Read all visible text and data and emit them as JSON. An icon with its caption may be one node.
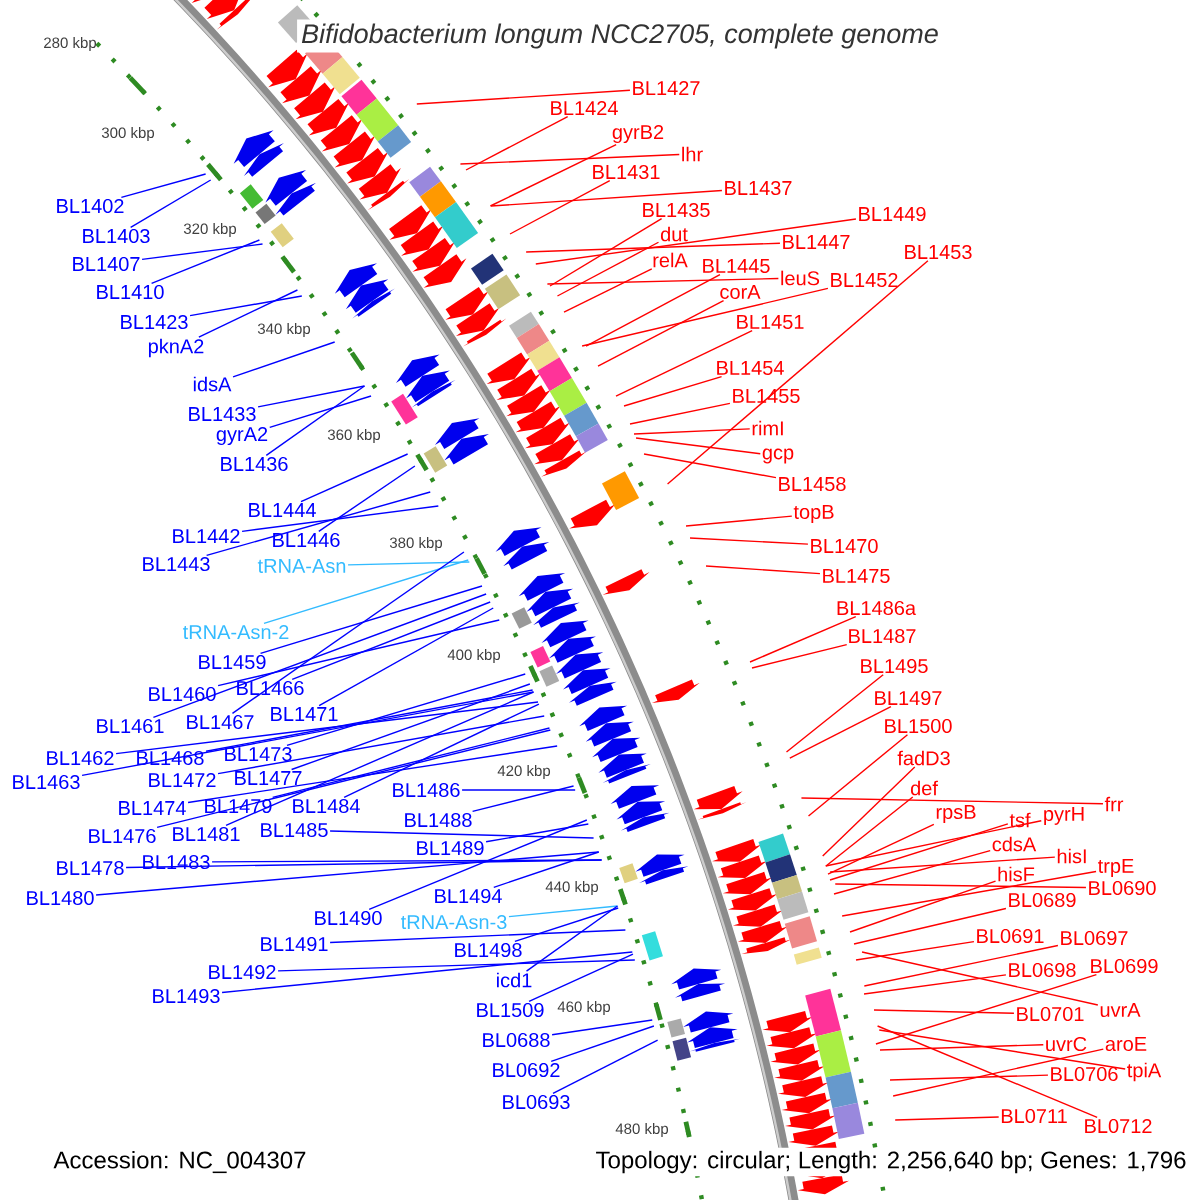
{
  "diagram": {
    "title": "*Bifidobacterium longum* NCC2705, complete genome",
    "nodes": [
      {
        "text": [
          "BL1402"
        ]
      },
      {
        "text": [
          "BL1403"
        ]
      },
      {
        "text": [
          "BL1407"
        ]
      },
      {
        "text": [
          "BL1410"
        ]
      },
      {
        "text": [
          "BL1423"
        ]
      },
      {
        "text": [
          "pknA2"
        ]
      },
      {
        "text": [
          "idsA"
        ]
      },
      {
        "text": [
          "BL1433"
        ]
      },
      {
        "text": [
          "gyrA2"
        ]
      },
      {
        "text": [
          "BL1436"
        ]
      },
      {
        "text": [
          "BL1444"
        ]
      },
      {
        "text": [
          "BL1442"
        ]
      },
      {
        "text": [
          "BL1446"
        ]
      },
      {
        "text": [
          "BL1443"
        ]
      },
      {
        "text": [
          "tRNA-Asn"
        ]
      },
      {
        "text": [
          "tRNA-Asn-2"
        ]
      },
      {
        "text": [
          "BL1459"
        ]
      },
      {
        "text": [
          "BL1460"
        ]
      },
      {
        "text": [
          "BL1466"
        ]
      },
      {
        "text": [
          "BL1461"
        ]
      },
      {
        "text": [
          "BL1467"
        ]
      },
      {
        "text": [
          "BL1471"
        ]
      },
      {
        "text": [
          "BL1462"
        ]
      },
      {
        "text": [
          "BL1468"
        ]
      },
      {
        "text": [
          "BL1473"
        ]
      },
      {
        "text": [
          "BL1463"
        ]
      },
      {
        "text": [
          "BL1472"
        ]
      },
      {
        "text": [
          "BL1477"
        ]
      },
      {
        "text": [
          "BL1474"
        ]
      },
      {
        "text": [
          "BL1479"
        ]
      },
      {
        "text": [
          "BL1484"
        ]
      },
      {
        "text": [
          "BL1476"
        ]
      },
      {
        "text": [
          "BL1481"
        ]
      },
      {
        "text": [
          "BL1485"
        ]
      },
      {
        "text": [
          "BL1478"
        ]
      },
      {
        "text": [
          "BL1483"
        ]
      },
      {
        "text": [
          "BL1480"
        ]
      },
      {
        "text": [
          "BL1486"
        ]
      },
      {
        "text": [
          "BL1488"
        ]
      },
      {
        "text": [
          "BL1489"
        ]
      },
      {
        "text": [
          "BL1494"
        ]
      },
      {
        "text": [
          "BL1490"
        ]
      },
      {
        "text": [
          "tRNA-Asn-3"
        ]
      },
      {
        "text": [
          "BL1491"
        ]
      },
      {
        "text": [
          "BL1498"
        ]
      },
      {
        "text": [
          "BL1492"
        ]
      },
      {
        "text": [
          "icd1"
        ]
      },
      {
        "text": [
          "BL1493"
        ]
      },
      {
        "text": [
          "BL1509"
        ]
      },
      {
        "text": [
          "BL0688"
        ]
      },
      {
        "text": [
          "BL0692"
        ]
      },
      {
        "text": [
          "BL0693"
        ]
      },
      {
        "text": [
          "BL1427"
        ]
      },
      {
        "text": [
          "BL1424"
        ]
      },
      {
        "text": [
          "gyrB2"
        ]
      },
      {
        "text": [
          "lhr"
        ]
      },
      {
        "text": [
          "BL1431"
        ]
      },
      {
        "text": [
          "BL1437"
        ]
      },
      {
        "text": [
          "BL1435"
        ]
      },
      {
        "text": [
          "dut"
        ]
      },
      {
        "text": [
          "BL1449"
        ]
      },
      {
        "text": [
          "BL1447"
        ]
      },
      {
        "text": [
          "relA"
        ]
      },
      {
        "text": [
          "BL1453"
        ]
      },
      {
        "text": [
          "BL1445"
        ]
      },
      {
        "text": [
          "corA"
        ]
      },
      {
        "text": [
          "leuS"
        ]
      },
      {
        "text": [
          "BL1452"
        ]
      },
      {
        "text": [
          "BL1451"
        ]
      },
      {
        "text": [
          "BL1454"
        ]
      },
      {
        "text": [
          "BL1455"
        ]
      },
      {
        "text": [
          "rimI"
        ]
      },
      {
        "text": [
          "gcp"
        ]
      },
      {
        "text": [
          "BL1458"
        ]
      },
      {
        "text": [
          "topB"
        ]
      },
      {
        "text": [
          "BL1470"
        ]
      },
      {
        "text": [
          "BL1475"
        ]
      },
      {
        "text": [
          "BL1486a"
        ]
      },
      {
        "text": [
          "BL1487"
        ]
      },
      {
        "text": [
          "BL1495"
        ]
      },
      {
        "text": [
          "BL1497"
        ]
      },
      {
        "text": [
          "BL1500"
        ]
      },
      {
        "text": [
          "fadD3"
        ]
      },
      {
        "text": [
          "def"
        ]
      },
      {
        "text": [
          "rpsB"
        ]
      },
      {
        "text": [
          "tsf"
        ]
      },
      {
        "text": [
          "pyrH"
        ]
      },
      {
        "text": [
          "frr"
        ]
      },
      {
        "text": [
          "cdsA"
        ]
      },
      {
        "text": [
          "hisI"
        ]
      },
      {
        "text": [
          "trpE"
        ]
      },
      {
        "text": [
          "hisF"
        ]
      },
      {
        "text": [
          "BL0690"
        ]
      },
      {
        "text": [
          "BL0689"
        ]
      },
      {
        "text": [
          "BL0691"
        ]
      },
      {
        "text": [
          "BL0697"
        ]
      },
      {
        "text": [
          "BL0698"
        ]
      },
      {
        "text": [
          "BL0699"
        ]
      },
      {
        "text": [
          "BL0701"
        ]
      },
      {
        "text": [
          "uvrA"
        ]
      },
      {
        "text": [
          "uvrC"
        ]
      },
      {
        "text": [
          "aroE"
        ]
      },
      {
        "text": [
          "BL0706"
        ]
      },
      {
        "text": [
          "tpiA"
        ]
      },
      {
        "text": [
          "BL0711"
        ]
      },
      {
        "text": [
          "BL0712"
        ]
      }
    ],
    "edges": [
      {
        "from": 0,
        "to": null,
        "arrow": "none",
        "color": "#0000ff"
      },
      {
        "from": 1,
        "to": null,
        "arrow": "none",
        "color": "#0000ff"
      },
      {
        "from": 2,
        "to": null,
        "arrow": "none",
        "color": "#0000ff"
      },
      {
        "from": 3,
        "to": null,
        "arrow": "none",
        "color": "#0000ff"
      },
      {
        "from": 4,
        "to": null,
        "arrow": "none",
        "color": "#0000ff"
      },
      {
        "from": 5,
        "to": null,
        "arrow": "none",
        "color": "#0000ff"
      },
      {
        "from": 6,
        "to": null,
        "arrow": "none",
        "color": "#0000ff"
      },
      {
        "from": 7,
        "to": null,
        "arrow": "none",
        "color": "#0000ff"
      },
      {
        "from": 8,
        "to": null,
        "arrow": "none",
        "color": "#0000ff"
      },
      {
        "from": 9,
        "to": null,
        "arrow": "none",
        "color": "#0000ff"
      },
      {
        "from": 10,
        "to": null,
        "arrow": "none",
        "color": "#0000ff"
      },
      {
        "from": 11,
        "to": null,
        "arrow": "none",
        "color": "#0000ff"
      },
      {
        "from": 12,
        "to": null,
        "arrow": "none",
        "color": "#0000ff"
      },
      {
        "from": 13,
        "to": null,
        "arrow": "none",
        "color": "#0000ff"
      },
      {
        "from": 14,
        "to": null,
        "arrow": "none",
        "color": "#33bbff"
      },
      {
        "from": 15,
        "to": null,
        "arrow": "none",
        "color": "#33bbff"
      },
      {
        "from": 16,
        "to": null,
        "arrow": "none",
        "color": "#0000ff"
      },
      {
        "from": 17,
        "to": null,
        "arrow": "none",
        "color": "#0000ff"
      },
      {
        "from": 18,
        "to": null,
        "arrow": "none",
        "color": "#0000ff"
      },
      {
        "from": 19,
        "to": null,
        "arrow": "none",
        "color": "#0000ff"
      },
      {
        "from": 20,
        "to": null,
        "arrow": "none",
        "color": "#0000ff"
      },
      {
        "from": 21,
        "to": null,
        "arrow": "none",
        "color": "#0000ff"
      },
      {
        "from": 22,
        "to": null,
        "arrow": "none",
        "color": "#0000ff"
      },
      {
        "from": 23,
        "to": null,
        "arrow": "none",
        "color": "#0000ff"
      },
      {
        "from": 24,
        "to": null,
        "arrow": "none",
        "color": "#0000ff"
      },
      {
        "from": 25,
        "to": null,
        "arrow": "none",
        "color": "#0000ff"
      },
      {
        "from": 26,
        "to": null,
        "arrow": "none",
        "color": "#0000ff"
      },
      {
        "from": 27,
        "to": null,
        "arrow": "none",
        "color": "#0000ff"
      },
      {
        "from": 28,
        "to": null,
        "arrow": "none",
        "color": "#0000ff"
      },
      {
        "from": 29,
        "to": null,
        "arrow": "none",
        "color": "#0000ff"
      },
      {
        "from": 30,
        "to": null,
        "arrow": "none",
        "color": "#0000ff"
      },
      {
        "from": 31,
        "to": null,
        "arrow": "none",
        "color": "#0000ff"
      },
      {
        "from": 32,
        "to": null,
        "arrow": "none",
        "color": "#0000ff"
      },
      {
        "from": 33,
        "to": null,
        "arrow": "none",
        "color": "#0000ff"
      },
      {
        "from": 34,
        "to": null,
        "arrow": "none",
        "color": "#0000ff"
      },
      {
        "from": 35,
        "to": null,
        "arrow": "none",
        "color": "#0000ff"
      },
      {
        "from": 36,
        "to": null,
        "arrow": "none",
        "color": "#0000ff"
      },
      {
        "from": 37,
        "to": null,
        "arrow": "none",
        "color": "#0000ff"
      },
      {
        "from": 38,
        "to": null,
        "arrow": "none",
        "color": "#0000ff"
      },
      {
        "from": 39,
        "to": null,
        "arrow": "none",
        "color": "#0000ff"
      },
      {
        "from": 40,
        "to": null,
        "arrow": "none",
        "color": "#0000ff"
      },
      {
        "from": 41,
        "to": null,
        "arrow": "none",
        "color": "#0000ff"
      },
      {
        "from": 42,
        "to": null,
        "arrow": "none",
        "color": "#33bbff"
      },
      {
        "from": 43,
        "to": null,
        "arrow": "none",
        "color": "#0000ff"
      },
      {
        "from": 44,
        "to": null,
        "arrow": "none",
        "color": "#0000ff"
      },
      {
        "from": 45,
        "to": null,
        "arrow": "none",
        "color": "#0000ff"
      },
      {
        "from": 46,
        "to": null,
        "arrow": "none",
        "color": "#0000ff"
      },
      {
        "from": 47,
        "to": null,
        "arrow": "none",
        "color": "#0000ff"
      },
      {
        "from": 48,
        "to": null,
        "arrow": "none",
        "color": "#0000ff"
      },
      {
        "from": 49,
        "to": null,
        "arrow": "none",
        "color": "#0000ff"
      },
      {
        "from": 50,
        "to": null,
        "arrow": "none",
        "color": "#0000ff"
      },
      {
        "from": 51,
        "to": null,
        "arrow": "none",
        "color": "#0000ff"
      },
      {
        "from": 52,
        "to": null,
        "arrow": "none"
      },
      {
        "from": 53,
        "to": null,
        "arrow": "none"
      },
      {
        "from": 54,
        "to": null,
        "arrow": "none"
      },
      {
        "from": 55,
        "to": null,
        "arrow": "none"
      },
      {
        "from": 56,
        "to": null,
        "arrow": "none"
      },
      {
        "from": 57,
        "to": null,
        "arrow": "none"
      },
      {
        "from": 58,
        "to": null,
        "arrow": "none"
      },
      {
        "from": 59,
        "to": null,
        "arrow": "none"
      },
      {
        "from": 60,
        "to": null,
        "arrow": "none"
      },
      {
        "from": 61,
        "to": null,
        "arrow": "none"
      },
      {
        "from": 62,
        "to": null,
        "arrow": "none"
      },
      {
        "from": 63,
        "to": null,
        "arrow": "none"
      },
      {
        "from": 64,
        "to": null,
        "arrow": "none"
      },
      {
        "from": 65,
        "to": null,
        "arrow": "none"
      },
      {
        "from": 66,
        "to": null,
        "arrow": "none"
      },
      {
        "from": 67,
        "to": null,
        "arrow": "none"
      },
      {
        "from": 68,
        "to": null,
        "arrow": "none"
      },
      {
        "from": 69,
        "to": null,
        "arrow": "none"
      },
      {
        "from": 70,
        "to": null,
        "arrow": "none"
      },
      {
        "from": 71,
        "to": null,
        "arrow": "none"
      },
      {
        "from": 72,
        "to": null,
        "arrow": "none"
      },
      {
        "from": 73,
        "to": null,
        "arrow": "none"
      },
      {
        "from": 74,
        "to": null,
        "arrow": "none"
      },
      {
        "from": 75,
        "to": null,
        "arrow": "none"
      },
      {
        "from": 76,
        "to": null,
        "arrow": "none"
      },
      {
        "from": 77,
        "to": null,
        "arrow": "none"
      },
      {
        "from": 78,
        "to": null,
        "arrow": "none"
      },
      {
        "from": 79,
        "to": null,
        "arrow": "none"
      },
      {
        "from": 80,
        "to": null,
        "arrow": "none"
      },
      {
        "from": 81,
        "to": null,
        "arrow": "none"
      },
      {
        "from": 82,
        "to": null,
        "arrow": "none"
      },
      {
        "from": 83,
        "to": null,
        "arrow": "none"
      },
      {
        "from": 84,
        "to": null,
        "arrow": "none"
      },
      {
        "from": 85,
        "to": null,
        "arrow": "none"
      },
      {
        "from": 86,
        "to": null,
        "arrow": "none"
      },
      {
        "from": 87,
        "to": null,
        "arrow": "none"
      },
      {
        "from": 88,
        "to": null,
        "arrow": "none"
      },
      {
        "from": 89,
        "to": null,
        "arrow": "none"
      },
      {
        "from": 90,
        "to": null,
        "arrow": "none"
      },
      {
        "from": 91,
        "to": null,
        "arrow": "none"
      },
      {
        "from": 92,
        "to": null,
        "arrow": "none"
      },
      {
        "from": 93,
        "to": null,
        "arrow": "none"
      },
      {
        "from": 94,
        "to": null,
        "arrow": "none"
      },
      {
        "from": 95,
        "to": null,
        "arrow": "none"
      },
      {
        "from": 96,
        "to": null,
        "arrow": "none"
      },
      {
        "from": 97,
        "to": null,
        "arrow": "none"
      },
      {
        "from": 98,
        "to": null,
        "arrow": "none"
      },
      {
        "from": 99,
        "to": null,
        "arrow": "none"
      },
      {
        "from": 100,
        "to": null,
        "arrow": "none"
      },
      {
        "from": 101,
        "to": null,
        "arrow": "none"
      },
      {
        "from": 102,
        "to": null,
        "arrow": "none"
      },
      {
        "from": 103,
        "to": null,
        "arrow": "none"
      },
      {
        "from": 104,
        "to": null,
        "arrow": "none"
      },
      {
        "from": 105,
        "to": null,
        "arrow": "none"
      }
    ],
    "labels": [
      "280 kbp",
      "300 kbp",
      "320 kbp",
      "340 kbp",
      "360 kbp",
      "380 kbp",
      "400 kbp",
      "420 kbp",
      "440 kbp",
      "460 kbp",
      "480 kbp",
      "Accession: NC_004307",
      "Topology: circular; Length: 2,256,640 bp; Genes: 1,796"
    ]
  }
}
